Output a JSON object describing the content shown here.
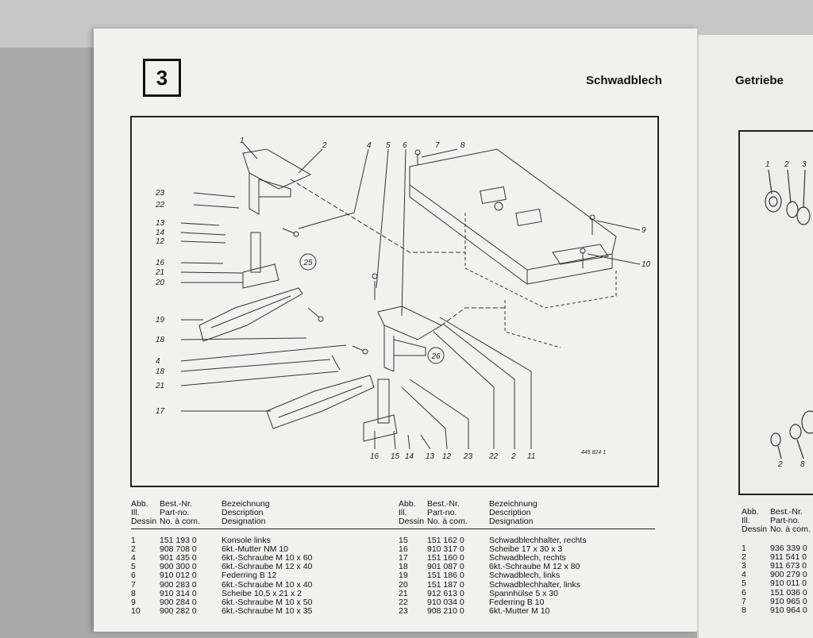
{
  "left_page": {
    "section_number": "3",
    "title": "Schwadblech",
    "drawing_ref": "445 824 1",
    "assembly_labels": [
      "25",
      "26"
    ],
    "callouts": {
      "top": [
        "1",
        "2",
        "4",
        "5",
        "6",
        "7",
        "8"
      ],
      "left_upper": [
        "23",
        "22",
        "13",
        "14",
        "12",
        "16",
        "21",
        "20",
        "19",
        "18"
      ],
      "left_lower": [
        "4",
        "18",
        "21",
        "17"
      ],
      "right": [
        "9",
        "10"
      ],
      "bottom": [
        "16",
        "15",
        "14",
        "13",
        "12",
        "23",
        "22",
        "2",
        "11"
      ]
    },
    "table_header": {
      "col1": [
        "Abb.",
        "Ill.",
        "Dessin"
      ],
      "col2": [
        "Best.-Nr.",
        "Part-no.",
        "No. à com."
      ],
      "col3": [
        "Bezeichnung",
        "Description",
        "Designation"
      ]
    },
    "parts_left": [
      {
        "abb": "1",
        "nr": "151 193 0",
        "name": "Konsole links"
      },
      {
        "abb": "2",
        "nr": "908 708 0",
        "name": "6kt.-Mutter NM 10"
      },
      {
        "abb": "4",
        "nr": "901 435 0",
        "name": "6kt.-Schraube M 10 x 60"
      },
      {
        "abb": "5",
        "nr": "900 300 0",
        "name": "6kt.-Schraube M 12 x 40"
      },
      {
        "abb": "6",
        "nr": "910 012 0",
        "name": "Federring B 12"
      },
      {
        "abb": "7",
        "nr": "900 283 0",
        "name": "6kt.-Schraube M 10 x 40"
      },
      {
        "abb": "8",
        "nr": "910 314 0",
        "name": "Scheibe 10,5 x 21 x 2"
      },
      {
        "abb": "9",
        "nr": "900 284 0",
        "name": "6kt.-Schraube M 10 x 50"
      },
      {
        "abb": "10",
        "nr": "900 282 0",
        "name": "6kt.-Schraube M 10 x 35"
      }
    ],
    "parts_right": [
      {
        "abb": "15",
        "nr": "151 162 0",
        "name": "Schwadblechhalter, rechts"
      },
      {
        "abb": "16",
        "nr": "910 317 0",
        "name": "Scheibe 17 x 30 x 3"
      },
      {
        "abb": "17",
        "nr": "151 160 0",
        "name": "Schwadblech, rechts"
      },
      {
        "abb": "18",
        "nr": "901 087 0",
        "name": "6kt.-Schraube M 12 x 80"
      },
      {
        "abb": "19",
        "nr": "151 186 0",
        "name": "Schwadblech, links"
      },
      {
        "abb": "20",
        "nr": "151 187 0",
        "name": "Schwadblechhalter, links"
      },
      {
        "abb": "21",
        "nr": "912 613 0",
        "name": "Spannhülse 5 x 30"
      },
      {
        "abb": "22",
        "nr": "910 034 0",
        "name": "Federring B 10"
      },
      {
        "abb": "23",
        "nr": "908 210 0",
        "name": "6kt.-Mutter M 10"
      }
    ]
  },
  "right_page": {
    "title": "Getriebe",
    "callouts_top": [
      "1",
      "2",
      "3"
    ],
    "callouts_bottom": [
      "2",
      "8"
    ],
    "table_header": {
      "col1": [
        "Abb.",
        "Ill.",
        "Dessin"
      ],
      "col2": [
        "Best.-Nr.",
        "Part-no.",
        "No. à com."
      ]
    },
    "parts": [
      {
        "abb": "1",
        "nr": "936 339 0"
      },
      {
        "abb": "2",
        "nr": "911 541 0"
      },
      {
        "abb": "3",
        "nr": "911 673 0"
      },
      {
        "abb": "4",
        "nr": "900 279 0"
      },
      {
        "abb": "5",
        "nr": "910 011 0"
      },
      {
        "abb": "6",
        "nr": "151 036 0"
      },
      {
        "abb": "7",
        "nr": "910 965 0"
      },
      {
        "abb": "8",
        "nr": "910 964 0"
      }
    ]
  }
}
